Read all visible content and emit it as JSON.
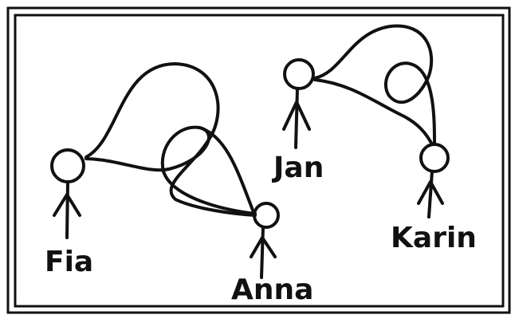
{
  "people": [
    {
      "name": "Fia"
    },
    {
      "name": "Anna"
    },
    {
      "name": "Jan"
    },
    {
      "name": "Karin"
    }
  ],
  "colors": {
    "ink": "#111111",
    "background": "#ffffff"
  }
}
